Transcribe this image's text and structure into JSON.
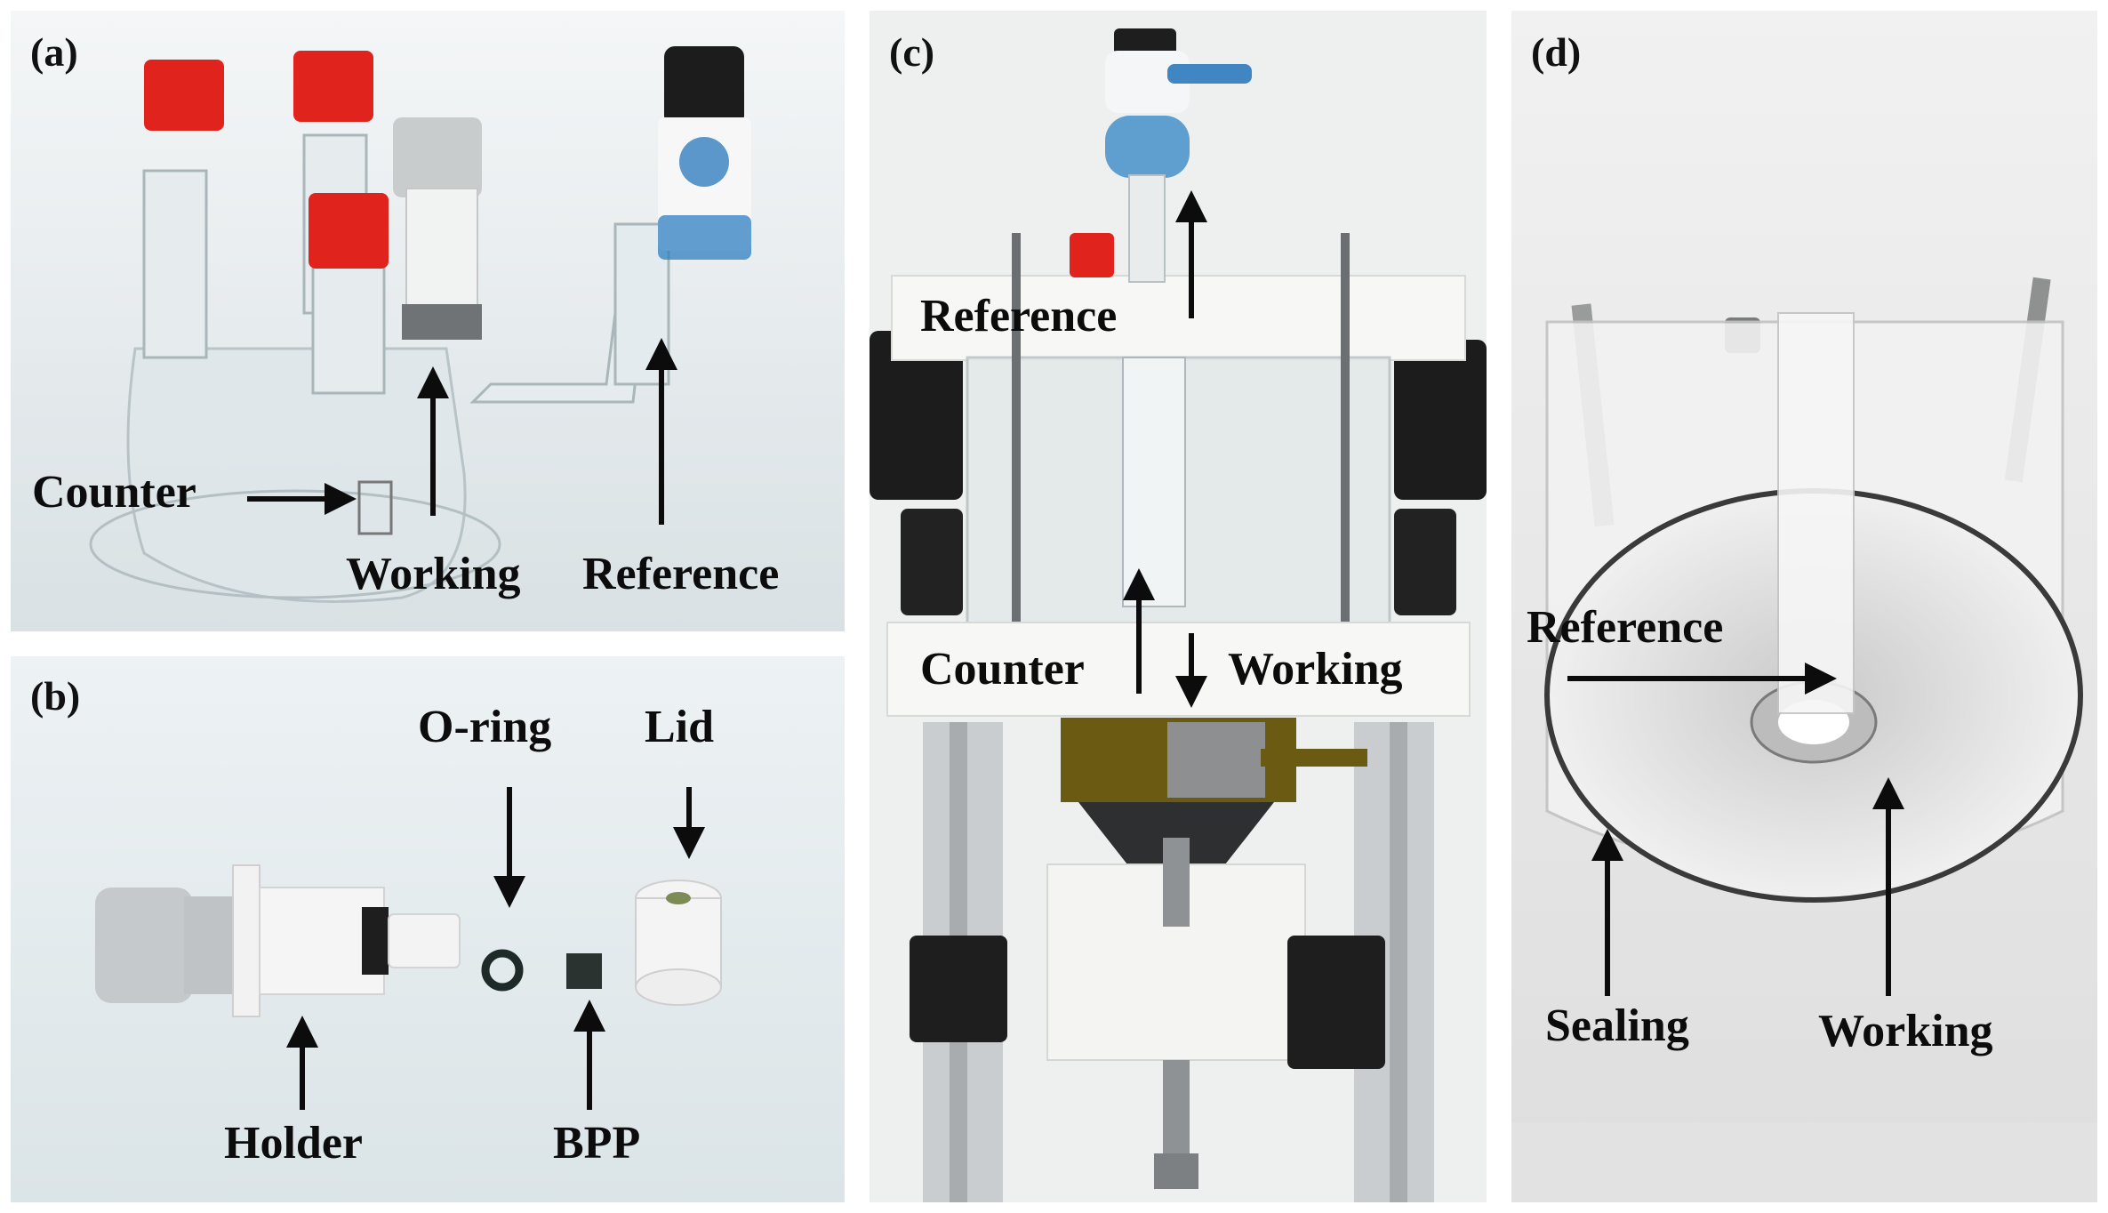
{
  "panels": {
    "a": {
      "tag": "(a)",
      "labels": {
        "counter": "Counter",
        "working": "Working",
        "reference": "Reference"
      }
    },
    "b": {
      "tag": "(b)",
      "labels": {
        "oring": "O-ring",
        "lid": "Lid",
        "holder": "Holder",
        "bpp": "BPP"
      }
    },
    "c": {
      "tag": "(c)",
      "labels": {
        "reference": "Reference",
        "counter": "Counter",
        "working": "Working"
      }
    },
    "d": {
      "tag": "(d)",
      "labels": {
        "reference": "Reference",
        "sealing": "Sealing",
        "working": "Working"
      }
    }
  },
  "colors": {
    "cap_red": "#e0231c",
    "ptfe_white": "#f4f4f4",
    "glass": "#cfd9de",
    "background_a": "#e9eef0",
    "background_b": "#e4ecef",
    "frame_black": "#1c1c1c",
    "blue_accent": "#3f86c3"
  }
}
